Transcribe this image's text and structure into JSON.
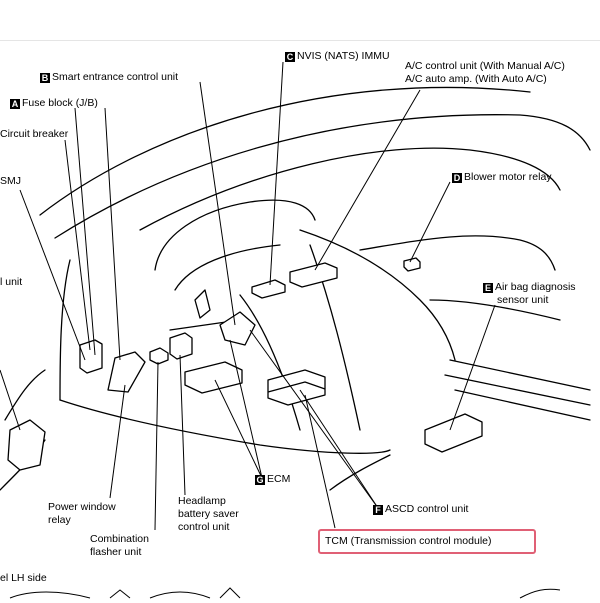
{
  "labels": {
    "nvis": {
      "badge": "C",
      "text": "NVIS (NATS) IMMU"
    },
    "ac1": {
      "text": "A/C control unit (With Manual A/C)"
    },
    "ac2": {
      "text": "A/C auto amp. (With Auto A/C)"
    },
    "smart": {
      "badge": "B",
      "text": "Smart entrance control unit"
    },
    "fuse": {
      "badge": "A",
      "text": "Fuse block (J/B)"
    },
    "circuit": {
      "text": "Circuit breaker"
    },
    "smj": {
      "text": "SMJ"
    },
    "unit_left": {
      "text": "l unit"
    },
    "blower": {
      "badge": "D",
      "text": "Blower motor relay"
    },
    "airbag1": {
      "badge": "E",
      "text": "Air bag diagnosis"
    },
    "airbag2": {
      "text": "sensor unit"
    },
    "ecm": {
      "badge": "G",
      "text": "ECM"
    },
    "ascd": {
      "badge": "F",
      "text": "ASCD control unit"
    },
    "power1": {
      "text": "Power window"
    },
    "power2": {
      "text": "relay"
    },
    "headlamp1": {
      "text": "Headlamp"
    },
    "headlamp2": {
      "text": "battery saver"
    },
    "headlamp3": {
      "text": "control unit"
    },
    "combo1": {
      "text": "Combination"
    },
    "combo2": {
      "text": "flasher unit"
    },
    "tcm": {
      "text": "TCM (Transmission control module)"
    },
    "side": {
      "text": "el LH side"
    }
  },
  "colors": {
    "highlight": "#e06075",
    "line": "#000000"
  }
}
